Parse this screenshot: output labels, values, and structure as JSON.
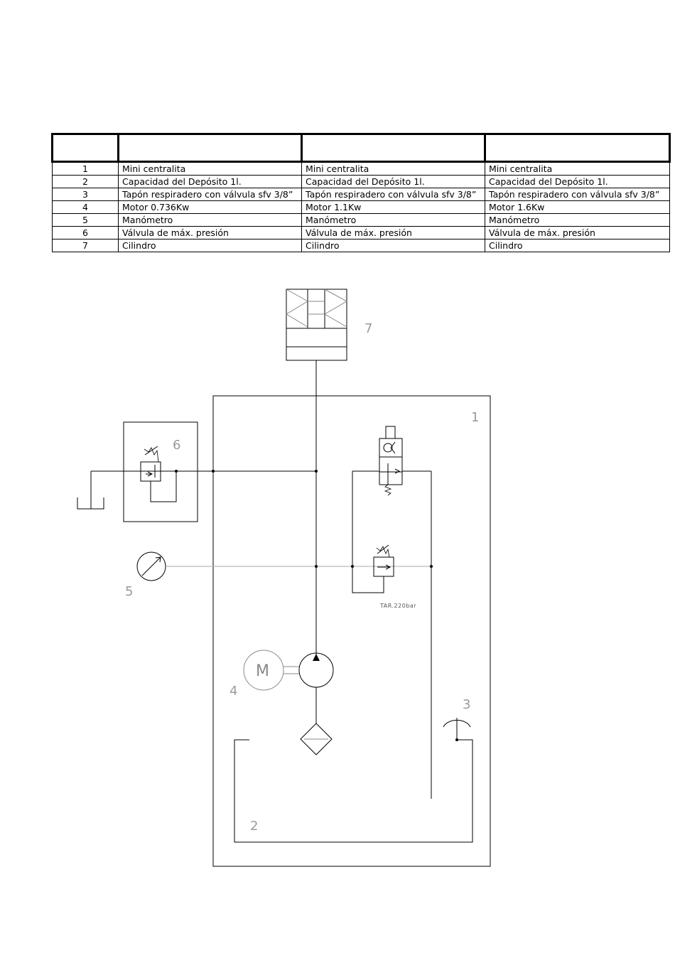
{
  "table": {
    "headers": [
      "",
      "",
      "",
      ""
    ],
    "rows": [
      [
        "1",
        "Mini centralita",
        "Mini centralita",
        "Mini centralita"
      ],
      [
        "2",
        "Capacidad del Depósito 1l.",
        "Capacidad del Depósito 1l.",
        "Capacidad del Depósito 1l."
      ],
      [
        "3",
        "Tapón respiradero con válvula sfv 3/8”",
        "Tapón respiradero con válvula sfv 3/8”",
        "Tapón respiradero con válvula sfv 3/8”"
      ],
      [
        "4",
        "Motor 0.736Kw",
        "Motor 1.1Kw",
        "Motor 1.6Kw"
      ],
      [
        "5",
        "Manómetro",
        "Manómetro",
        "Manómetro"
      ],
      [
        "6",
        "Válvula de máx. presión",
        "Válvula de máx. presión",
        "Válvula de máx. presión"
      ],
      [
        "7",
        "Cilindro",
        "Cilindro",
        "Cilindro"
      ]
    ]
  },
  "diagram": {
    "labels": {
      "unit": "1",
      "tank": "2",
      "breather": "3",
      "motor": "4",
      "gauge": "5",
      "valve": "6",
      "cylinder": "7"
    },
    "motor_letter": "M",
    "relief_setting": "TAR.220bar"
  }
}
